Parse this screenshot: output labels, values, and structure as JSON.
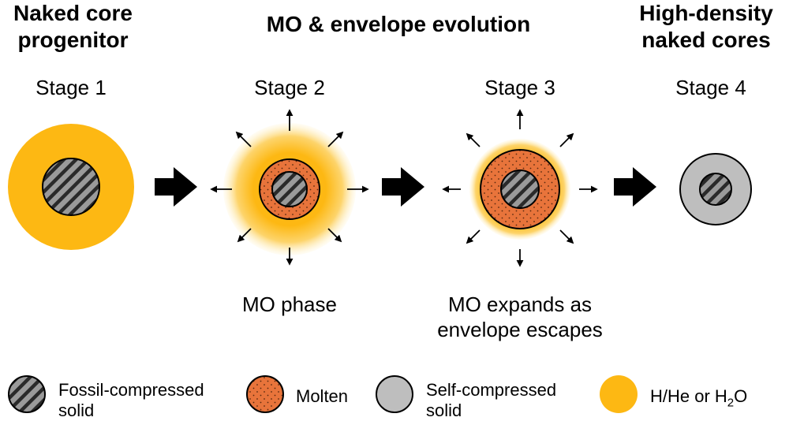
{
  "headings": {
    "left_line1": "Naked core",
    "left_line2": "progenitor",
    "center": "MO & envelope evolution",
    "right_line1": "High-density",
    "right_line2": "naked cores"
  },
  "stages": [
    {
      "label": "Stage 1",
      "caption": []
    },
    {
      "label": "Stage 2",
      "caption": [
        "MO phase"
      ]
    },
    {
      "label": "Stage 3",
      "caption": [
        "MO expands as",
        "envelope escapes"
      ]
    },
    {
      "label": "Stage 4",
      "caption": []
    }
  ],
  "legend": [
    {
      "icon": "hatched-circle-icon",
      "lines": [
        "Fossil-compressed",
        "solid"
      ]
    },
    {
      "icon": "dotted-orange-circle-icon",
      "lines": [
        "Molten"
      ]
    },
    {
      "icon": "gray-circle-icon",
      "lines": [
        "Self-compressed",
        "solid"
      ]
    },
    {
      "icon": "yellow-circle-icon",
      "prefix": "H/He or H",
      "subscript": "2",
      "suffix": "O"
    }
  ],
  "colors": {
    "envelope": "#FDB813",
    "molten": "#E8743B",
    "self_compressed": "#BEBEBE",
    "core_fill": "#9a9a9a",
    "core_stripe": "#2a2a2a"
  }
}
